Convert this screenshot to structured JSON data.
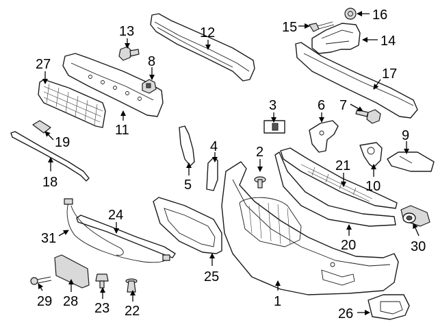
{
  "callouts": [
    {
      "id": "c1",
      "label": "1"
    },
    {
      "id": "c2",
      "label": "2"
    },
    {
      "id": "c3",
      "label": "3"
    },
    {
      "id": "c4",
      "label": "4"
    },
    {
      "id": "c5",
      "label": "5"
    },
    {
      "id": "c6",
      "label": "6"
    },
    {
      "id": "c7",
      "label": "7"
    },
    {
      "id": "c8",
      "label": "8"
    },
    {
      "id": "c9",
      "label": "9"
    },
    {
      "id": "c10",
      "label": "10"
    },
    {
      "id": "c11",
      "label": "11"
    },
    {
      "id": "c12",
      "label": "12"
    },
    {
      "id": "c13",
      "label": "13"
    },
    {
      "id": "c14",
      "label": "14"
    },
    {
      "id": "c15",
      "label": "15"
    },
    {
      "id": "c16",
      "label": "16"
    },
    {
      "id": "c17",
      "label": "17"
    },
    {
      "id": "c18",
      "label": "18"
    },
    {
      "id": "c19",
      "label": "19"
    },
    {
      "id": "c20",
      "label": "20"
    },
    {
      "id": "c21",
      "label": "21"
    },
    {
      "id": "c22",
      "label": "22"
    },
    {
      "id": "c23",
      "label": "23"
    },
    {
      "id": "c24",
      "label": "24"
    },
    {
      "id": "c25",
      "label": "25"
    },
    {
      "id": "c26",
      "label": "26"
    },
    {
      "id": "c27",
      "label": "27"
    },
    {
      "id": "c28",
      "label": "28"
    },
    {
      "id": "c29",
      "label": "29"
    },
    {
      "id": "c30",
      "label": "30"
    },
    {
      "id": "c31",
      "label": "31"
    }
  ]
}
